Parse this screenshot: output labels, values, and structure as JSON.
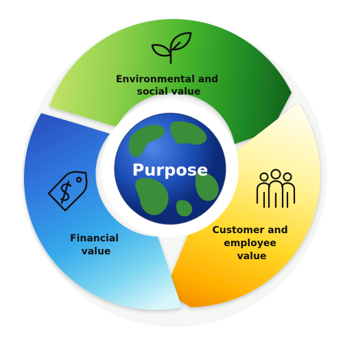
{
  "center": {
    "label": "Purpose"
  },
  "segments": [
    {
      "id": "environmental",
      "lines": [
        "Environmental and",
        "social value"
      ],
      "icon": "plant-sprout-icon",
      "colors": [
        "#145f1a",
        "#1f8a26",
        "#46b52b",
        "#8ed04a",
        "#c8e46a"
      ]
    },
    {
      "id": "customer",
      "lines": [
        "Customer and",
        "employee",
        "value"
      ],
      "icon": "people-group-icon",
      "colors": [
        "#fffde8",
        "#fff39a",
        "#ffd92a",
        "#ffb000",
        "#f08800"
      ]
    },
    {
      "id": "financial",
      "lines": [
        "Financial",
        "value"
      ],
      "icon": "price-tag-dollar-icon",
      "colors": [
        "#2b4fbf",
        "#2f7ae0",
        "#35a9ea",
        "#7fd7f1",
        "#d9f6fb"
      ]
    }
  ]
}
